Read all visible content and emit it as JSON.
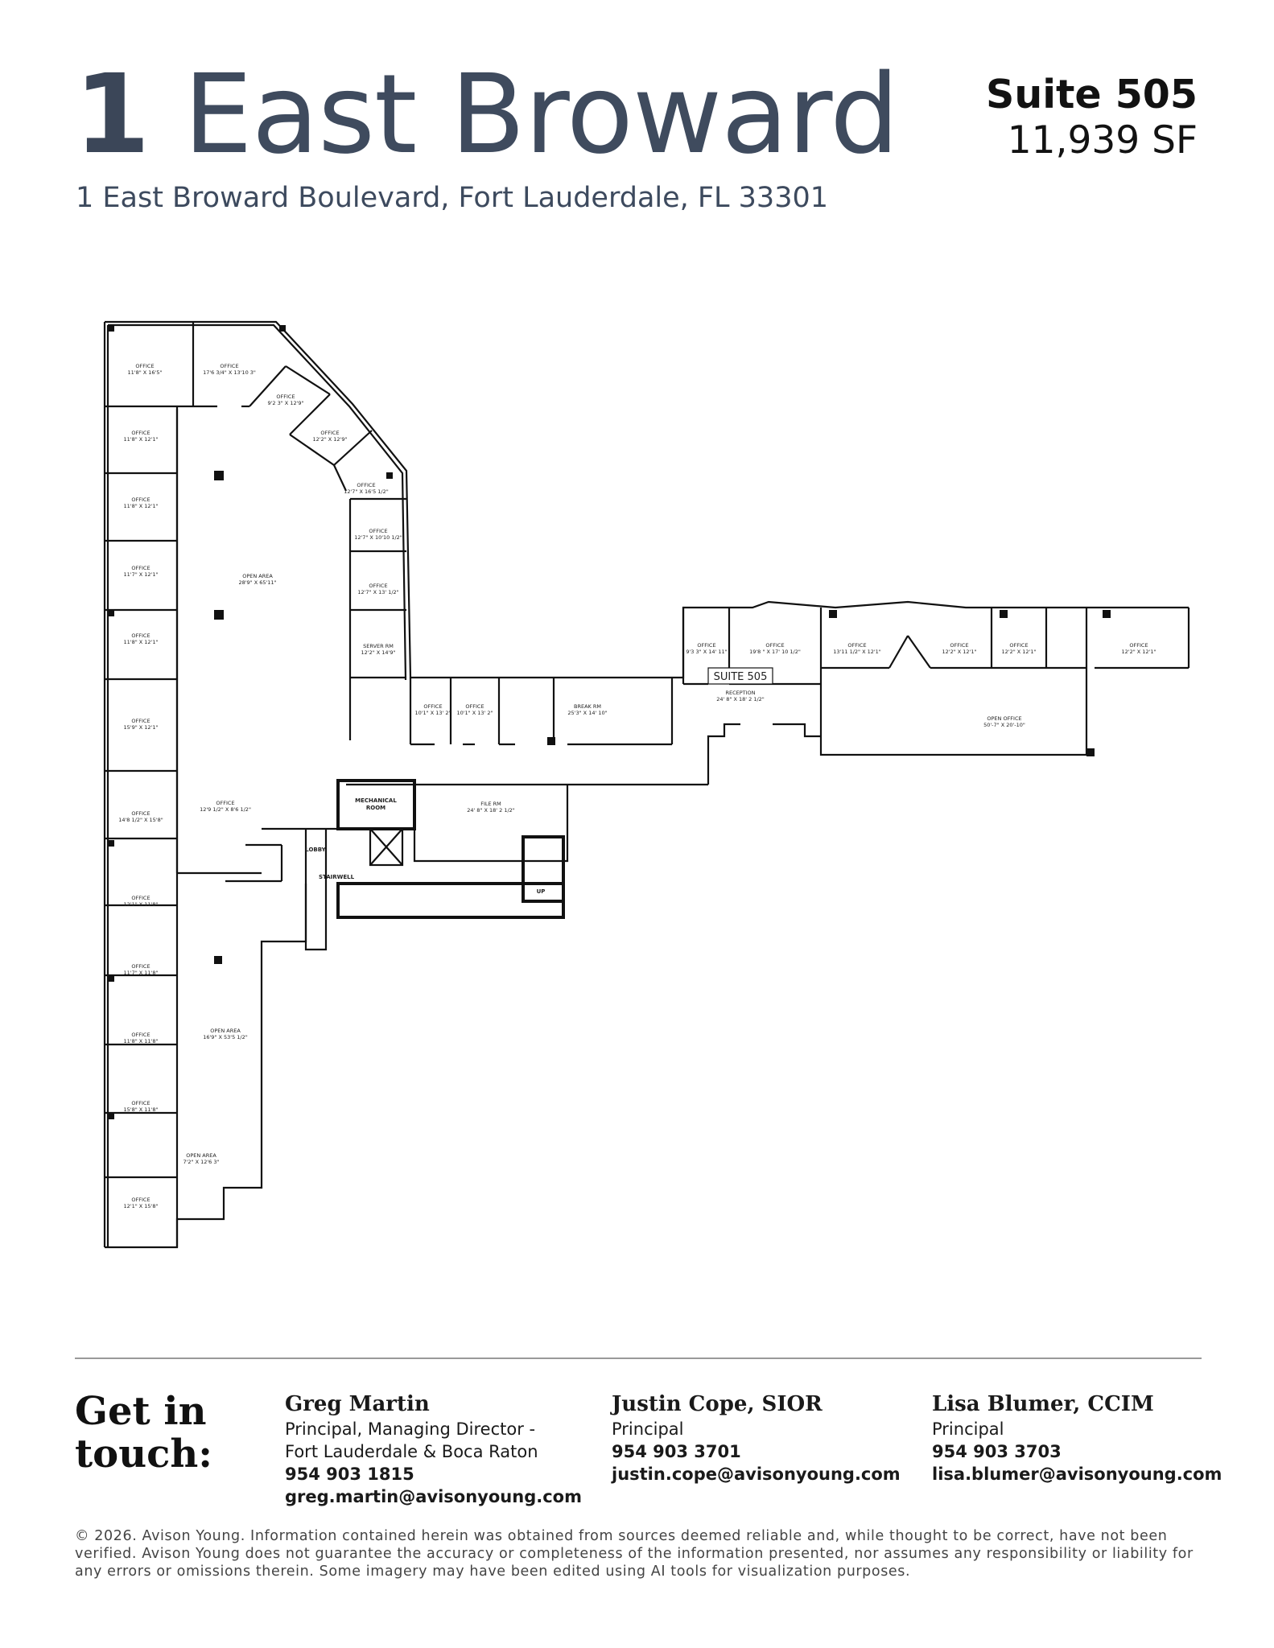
{
  "header": {
    "title_number": "1",
    "title_name": "East Broward",
    "address": "1 East Broward Boulevard, Fort Lauderdale, FL 33301",
    "suite_name": "Suite 505",
    "suite_area": "11,939 SF"
  },
  "floorplan": {
    "rooms": [
      {
        "name": "OFFICE",
        "dims": "11'8\" X 16'5\""
      },
      {
        "name": "OFFICE",
        "dims": "17'6 3/4\" X 13'10 3\""
      },
      {
        "name": "OFFICE",
        "dims": "9'2 3\" X 12'9\""
      },
      {
        "name": "OFFICE",
        "dims": "12'2\" X 12'9\""
      },
      {
        "name": "OFFICE",
        "dims": "12'7\" X 16'5 1/2\""
      },
      {
        "name": "OFFICE",
        "dims": "12'7\" X 10'10 1/2\""
      },
      {
        "name": "OFFICE",
        "dims": "12'7\" X 13' 1/2\""
      },
      {
        "name": "SERVER RM",
        "dims": "12'2\" X 14'9\""
      },
      {
        "name": "OFFICE",
        "dims": "11'8\" X 12'1\""
      },
      {
        "name": "OFFICE",
        "dims": "11'8\" X 12'1\""
      },
      {
        "name": "OFFICE",
        "dims": "11'7\" X 12'1\""
      },
      {
        "name": "OFFICE",
        "dims": "11'8\" X 12'1\""
      },
      {
        "name": "OFFICE",
        "dims": "15'9\" X 12'1\""
      },
      {
        "name": "OPEN AREA",
        "dims": "28'9\" X 65'11\""
      },
      {
        "name": "OFFICE",
        "dims": "14'8 1/2\" X 15'8\""
      },
      {
        "name": "OFFICE",
        "dims": "12'9 1/2\" X 8'6 1/2\""
      },
      {
        "name": "OFFICE",
        "dims": "12'1\" X 11'8\""
      },
      {
        "name": "OFFICE",
        "dims": "11'7\" X 11'8\""
      },
      {
        "name": "OFFICE",
        "dims": "11'8\" X 11'8\""
      },
      {
        "name": "OFFICE",
        "dims": "15'8\" X 11'8\""
      },
      {
        "name": "OFFICE",
        "dims": "12'1\" X 15'8\""
      },
      {
        "name": "OPEN AREA",
        "dims": "16'9\" X 53'5 1/2\""
      },
      {
        "name": "OPEN AREA",
        "dims": "7'2\" X 12'6 3\""
      },
      {
        "name": "OFFICE",
        "dims": "10'1\" X 13' 2\""
      },
      {
        "name": "OFFICE",
        "dims": "10'1\" X 13' 2\""
      },
      {
        "name": "BREAK RM",
        "dims": "25'3\" X 14' 10\""
      },
      {
        "name": "OFFICE",
        "dims": "9'3 3\" X 14' 11\""
      },
      {
        "name": "OFFICE",
        "dims": "19'8 \" X 17' 10 1/2\""
      },
      {
        "name": "OFFICE",
        "dims": "13'11 1/2\" X 12'1\""
      },
      {
        "name": "OFFICE",
        "dims": "12'2\" X 12'1\""
      },
      {
        "name": "OFFICE",
        "dims": "12'2\" X 12'1\""
      },
      {
        "name": "OFFICE",
        "dims": "12'2\" X 12'1\""
      },
      {
        "name": "RECEPTION",
        "dims": "24' 8\" X 18' 2 1/2\""
      },
      {
        "name": "OPEN OFFICE",
        "dims": "50'-7\" X 20'-10\""
      },
      {
        "name": "FILE RM",
        "dims": "24' 8\" X 18' 2 1/2\""
      }
    ],
    "suite_label": "SUITE 505",
    "mechanical_line1": "MECHANICAL",
    "mechanical_line2": "ROOM",
    "lobby": "LOBBY",
    "stairwell": "STAIRWELL",
    "up": "UP"
  },
  "contact": {
    "heading": "Get in touch:",
    "people": [
      {
        "name": "Greg Martin",
        "title_line1": "Principal, Managing Director -",
        "title_line2": "Fort Lauderdale & Boca Raton",
        "phone": "954 903 1815",
        "email": "greg.martin@avisonyoung.com"
      },
      {
        "name": "Justin Cope, SIOR",
        "title_line1": "Principal",
        "phone": "954 903 3701",
        "email": "justin.cope@avisonyoung.com"
      },
      {
        "name": "Lisa Blumer, CCIM",
        "title_line1": "Principal",
        "phone": "954 903 3703",
        "email": "lisa.blumer@avisonyoung.com"
      }
    ]
  },
  "disclaimer": "© 2026. Avison Young. Information contained herein was obtained from sources deemed reliable and, while thought to be correct, have not been verified. Avison Young does not guarantee the accuracy or completeness of the information presented, nor assumes any responsibility or liability for any errors or omissions therein. Some imagery may have been edited using AI tools for visualization purposes."
}
